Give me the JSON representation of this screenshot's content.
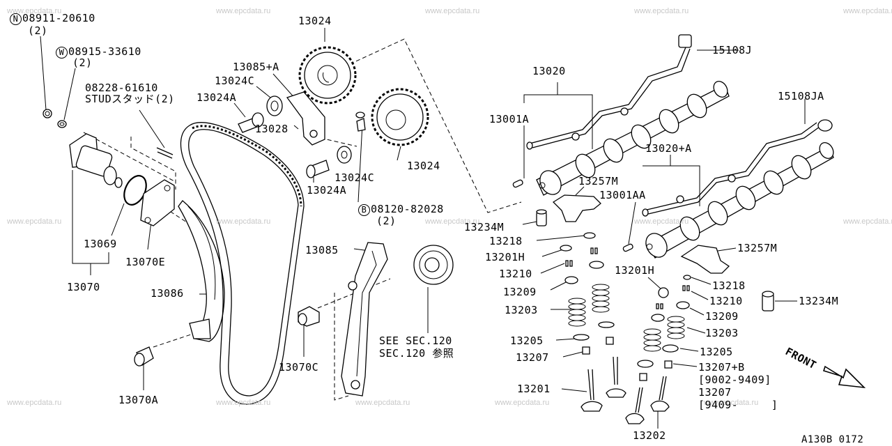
{
  "watermark": "www.epcdata.ru",
  "footer_code": "A130B 0172",
  "parts": {
    "n_08911": {
      "prefix": "N",
      "number": "08911-20610",
      "qty": "(2)"
    },
    "w_08915": {
      "prefix": "W",
      "number": "08915-33610",
      "qty": "(2)"
    },
    "stud": {
      "number": "08228-61610",
      "desc": "STUDスタッド(2)"
    },
    "b_08120": {
      "prefix": "B",
      "number": "08120-82028",
      "qty": "(2)"
    },
    "p13024_top": "13024",
    "p13085A": "13085+A",
    "p13024C_top": "13024C",
    "p13024A_top": "13024A",
    "p13028": "13028",
    "p13024C_bot": "13024C",
    "p13024A_bot": "13024A",
    "p13024_right": "13024",
    "p13069": "13069",
    "p13070E": "13070E",
    "p13070": "13070",
    "p13086": "13086",
    "p13085": "13085",
    "p13070C": "13070C",
    "p13070A": "13070A",
    "see_sec_1": "SEE SEC.120",
    "see_sec_2": "SEC.120 参照",
    "p13020": "13020",
    "p15108J": "15108J",
    "p15108JA": "15108JA",
    "p13001A": "13001A",
    "p13020A": "13020+A",
    "p13257M_top": "13257M",
    "p13001AA": "13001AA",
    "p13234M_left": "13234M",
    "p13218_left": "13218",
    "p13201H_left": "13201H",
    "p13210_left": "13210",
    "p13209_left": "13209",
    "p13203_left": "13203",
    "p13205_left": "13205",
    "p13207_left": "13207",
    "p13201": "13201",
    "p13257M_right": "13257M",
    "p13201H_right": "13201H",
    "p13218_right": "13218",
    "p13210_right": "13210",
    "p13234M_right": "13234M",
    "p13209_right": "13209",
    "p13203_right": "13203",
    "p13205_right": "13205",
    "p13207B": "13207+B",
    "range1": "[9002-9409]",
    "p13207_right": "13207",
    "range2": "[9409-     ]",
    "p13202": "13202",
    "front": "FRONT"
  }
}
